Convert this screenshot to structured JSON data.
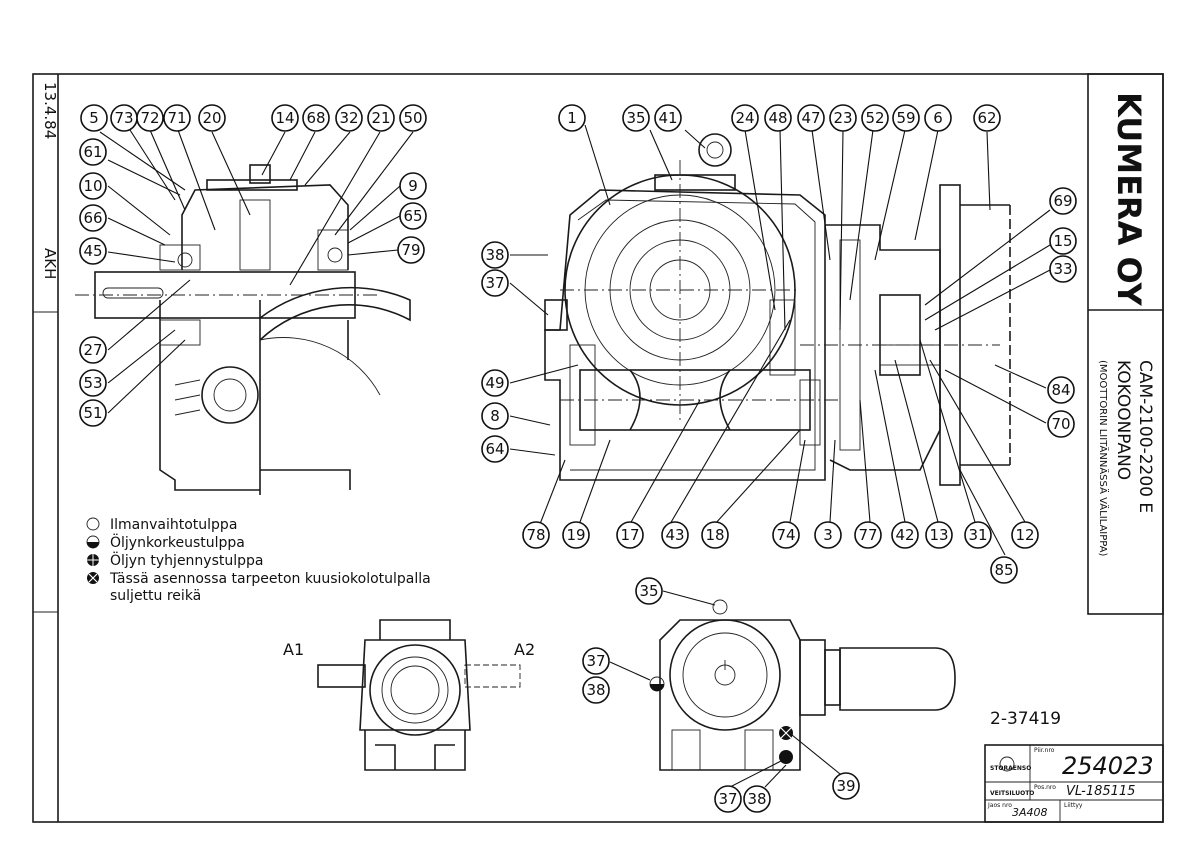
{
  "frame": {
    "date": "13.4.84",
    "initials": "AKH"
  },
  "title_block": {
    "company": "KUMERA OY",
    "title_line1": "CAM-2100-2200 E",
    "title_line2": "KOKOONPANO",
    "title_line3": "(MOOTTORIN LIITÄNNÄSSÄ VÄLILAIPPA)",
    "doc_no": "2-37419",
    "stamp_company": "STORAENSO",
    "stamp_unit": "VEITSILUOTO",
    "pilr_label": "Piir.nro",
    "pilr_value": "254023",
    "pos_label": "Pos.nro",
    "pos_value": "VL-185115",
    "jaos_label": "Jaos nro",
    "jaos_value": "3A408",
    "liitty_label": "Liittyy"
  },
  "legend": {
    "items": [
      {
        "symbol": "open-circle",
        "text": "Ilmanvaihtotulppa"
      },
      {
        "symbol": "half-circle",
        "text": "Öljynkorkeustulppa"
      },
      {
        "symbol": "cross-circle",
        "text": "Öljyn tyhjennystulppa"
      },
      {
        "symbol": "x-circle",
        "text": "Tässä asennossa tarpeeton  kuusiokolotulpalla"
      }
    ],
    "continuation": "suljettu reikä"
  },
  "views": {
    "a1_label": "A1",
    "a2_label": "A2"
  },
  "balloons": [
    {
      "n": "5"
    },
    {
      "n": "73"
    },
    {
      "n": "72"
    },
    {
      "n": "71"
    },
    {
      "n": "20"
    },
    {
      "n": "14"
    },
    {
      "n": "68"
    },
    {
      "n": "32"
    },
    {
      "n": "21"
    },
    {
      "n": "50"
    },
    {
      "n": "61"
    },
    {
      "n": "10"
    },
    {
      "n": "66"
    },
    {
      "n": "45"
    },
    {
      "n": "9"
    },
    {
      "n": "65"
    },
    {
      "n": "79"
    },
    {
      "n": "27"
    },
    {
      "n": "53"
    },
    {
      "n": "51"
    },
    {
      "n": "1"
    },
    {
      "n": "35"
    },
    {
      "n": "41"
    },
    {
      "n": "24"
    },
    {
      "n": "48"
    },
    {
      "n": "47"
    },
    {
      "n": "23"
    },
    {
      "n": "52"
    },
    {
      "n": "59"
    },
    {
      "n": "6"
    },
    {
      "n": "62"
    },
    {
      "n": "69"
    },
    {
      "n": "15"
    },
    {
      "n": "33"
    },
    {
      "n": "38"
    },
    {
      "n": "37"
    },
    {
      "n": "49"
    },
    {
      "n": "8"
    },
    {
      "n": "64"
    },
    {
      "n": "84"
    },
    {
      "n": "70"
    },
    {
      "n": "78"
    },
    {
      "n": "19"
    },
    {
      "n": "17"
    },
    {
      "n": "43"
    },
    {
      "n": "18"
    },
    {
      "n": "74"
    },
    {
      "n": "3"
    },
    {
      "n": "77"
    },
    {
      "n": "42"
    },
    {
      "n": "13"
    },
    {
      "n": "31"
    },
    {
      "n": "12"
    },
    {
      "n": "85"
    },
    {
      "n": "35"
    },
    {
      "n": "37"
    },
    {
      "n": "38"
    },
    {
      "n": "39"
    },
    {
      "n": "37"
    },
    {
      "n": "38"
    }
  ]
}
